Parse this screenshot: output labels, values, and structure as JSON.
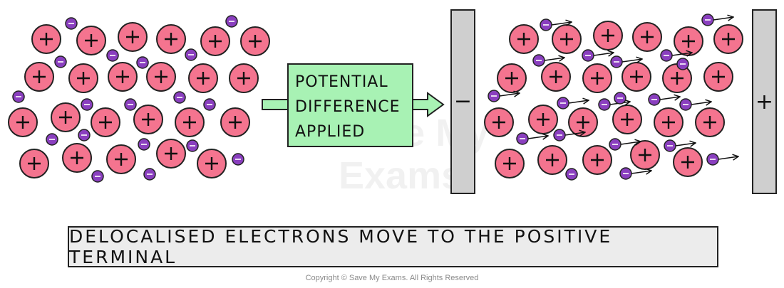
{
  "diagram": {
    "process_label": [
      "POTENTIAL",
      "DIFFERENCE",
      "APPLIED"
    ],
    "negative_terminal_symbol": "−",
    "positive_terminal_symbol": "+",
    "ion_symbol": "+",
    "electron_symbol": "−"
  },
  "caption": "DELOCALISED ELECTRONS MOVE TO THE POSITIVE TERMINAL",
  "copyright": "Copyright © Save My Exams. All Rights Reserved",
  "watermark": [
    "Save My",
    "Exams"
  ],
  "colors": {
    "ion_fill": "#f4748f",
    "electron_fill": "#8a3fbf",
    "label_box": "#a8f2b4",
    "terminal": "#cfcfcf",
    "caption_box": "#ececec"
  }
}
